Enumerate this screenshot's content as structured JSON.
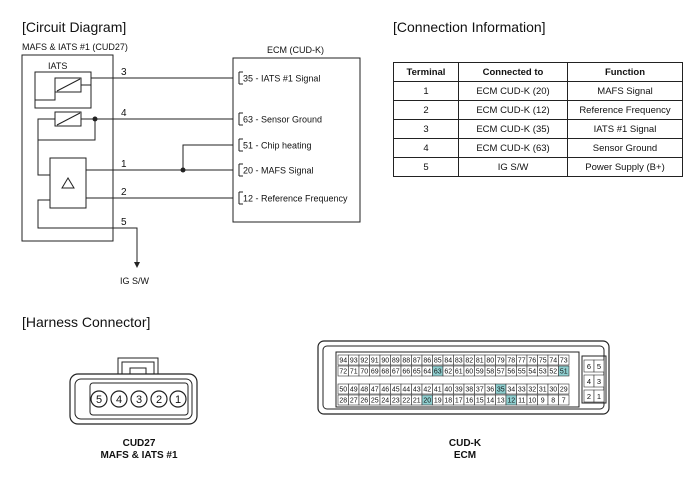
{
  "titles": {
    "circuit": "[Circuit Diagram]",
    "connection": "[Connection Information]",
    "harness": "[Harness Connector]"
  },
  "circuit": {
    "sensor_label": "MAFS & IATS #1 (CUD27)",
    "iats_label": "IATS",
    "ecm_label": "ECM (CUD-K)",
    "pin_numbers": [
      "3",
      "4",
      "1",
      "2",
      "5"
    ],
    "ecm_pins": [
      {
        "pin": "35",
        "label": "IATS #1 Signal"
      },
      {
        "pin": "63",
        "label": "Sensor Ground"
      },
      {
        "pin": "51",
        "label": "Chip heating"
      },
      {
        "pin": "20",
        "label": "MAFS Signal"
      },
      {
        "pin": "12",
        "label": "Reference Frequency"
      }
    ],
    "ig_label": "IG S/W",
    "sep": " - "
  },
  "connection_table": {
    "headers": [
      "Terminal",
      "Connected to",
      "Function"
    ],
    "rows": [
      [
        "1",
        "ECM CUD-K (20)",
        "MAFS Signal"
      ],
      [
        "2",
        "ECM CUD-K (12)",
        "Reference Frequency"
      ],
      [
        "3",
        "ECM CUD-K (35)",
        "IATS #1 Signal"
      ],
      [
        "4",
        "ECM CUD-K (63)",
        "Sensor Ground"
      ],
      [
        "5",
        "IG S/W",
        "Power Supply (B+)"
      ]
    ]
  },
  "harness": {
    "cud27_pins": [
      "5",
      "4",
      "3",
      "2",
      "1"
    ],
    "cud27_caption": [
      "CUD27",
      "MAFS & IATS #1"
    ],
    "ecm_caption": [
      "CUD-K",
      "ECM"
    ],
    "ecm_row1": [
      "94",
      "93",
      "92",
      "91",
      "90",
      "89",
      "88",
      "87",
      "86",
      "85",
      "84",
      "83",
      "82",
      "81",
      "80",
      "79",
      "78",
      "77",
      "76",
      "75",
      "74",
      "73"
    ],
    "ecm_row2": [
      "72",
      "71",
      "70",
      "69",
      "68",
      "67",
      "66",
      "65",
      "64",
      "63",
      "62",
      "61",
      "60",
      "59",
      "58",
      "57",
      "56",
      "55",
      "54",
      "53",
      "52",
      "51"
    ],
    "ecm_row3": [
      "50",
      "49",
      "48",
      "47",
      "46",
      "45",
      "44",
      "43",
      "42",
      "41",
      "40",
      "39",
      "38",
      "37",
      "36",
      "35",
      "34",
      "33",
      "32",
      "31",
      "30",
      "29"
    ],
    "ecm_row4": [
      "28",
      "27",
      "26",
      "25",
      "24",
      "23",
      "22",
      "21",
      "20",
      "19",
      "18",
      "17",
      "16",
      "15",
      "14",
      "13",
      "12",
      "11",
      "10",
      "9",
      "8",
      "7"
    ],
    "ecm_side": [
      [
        "6",
        "5"
      ],
      [
        "4",
        "3"
      ],
      [
        "2",
        "1"
      ]
    ],
    "highlight_pins": [
      "63",
      "51",
      "35",
      "20",
      "12"
    ],
    "highlight_color": "#8fcfd0"
  }
}
